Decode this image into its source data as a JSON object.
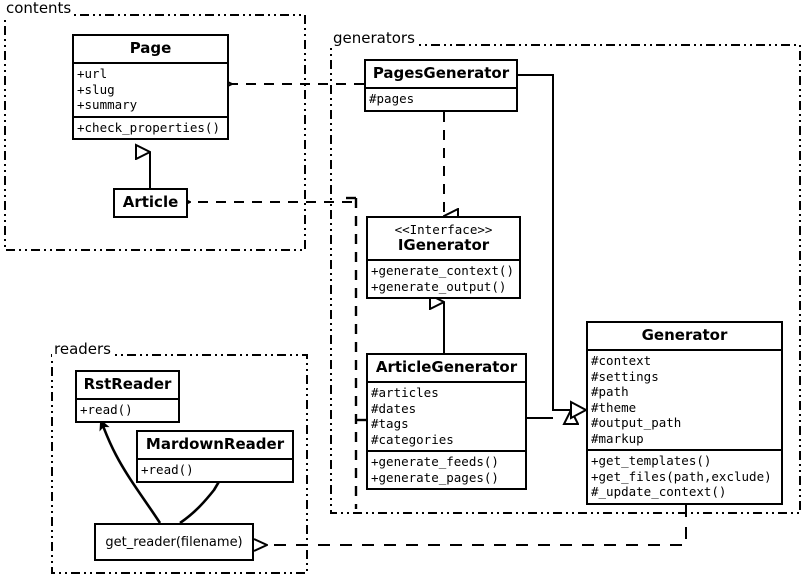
{
  "diagram": {
    "title": "UML class diagram",
    "background": "#ffffff",
    "line_color": "#000000"
  },
  "packages": [
    {
      "id": "contents",
      "label": "contents"
    },
    {
      "id": "generators",
      "label": "generators"
    },
    {
      "id": "readers",
      "label": "readers"
    }
  ],
  "classes": {
    "page": {
      "name": "Page",
      "attributes": [
        "+url",
        "+slug",
        "+summary"
      ],
      "operations": [
        "+check_properties()"
      ]
    },
    "article": {
      "name": "Article",
      "attributes": [],
      "operations": []
    },
    "pages_generator": {
      "name": "PagesGenerator",
      "attributes": [
        "#pages"
      ],
      "operations": []
    },
    "igenerator": {
      "stereotype": "<<Interface>>",
      "name": "IGenerator",
      "attributes": [],
      "operations": [
        "+generate_context()",
        "+generate_output()"
      ]
    },
    "article_generator": {
      "name": "ArticleGenerator",
      "attributes": [
        "#articles",
        "#dates",
        "#tags",
        "#categories"
      ],
      "operations": [
        "+generate_feeds()",
        "+generate_pages()"
      ]
    },
    "generator": {
      "name": "Generator",
      "attributes": [
        "#context",
        "#settings",
        "#path",
        "#theme",
        "#output_path",
        "#markup"
      ],
      "operations": [
        "+get_templates()",
        "+get_files(path,exclude)",
        "#_update_context()"
      ]
    },
    "rst_reader": {
      "name": "RstReader",
      "attributes": [],
      "operations": [
        "+read()"
      ]
    },
    "mardown_reader": {
      "name": "MardownReader",
      "attributes": [],
      "operations": [
        "+read()"
      ]
    },
    "get_reader": {
      "name": "get_reader(filename)"
    }
  },
  "relations": [
    {
      "id": "article-inherits-page",
      "from": "Article",
      "to": "Page",
      "type": "generalization"
    },
    {
      "id": "pagesgenerator-uses-page",
      "from": "PagesGenerator",
      "to": "Page",
      "type": "dependency"
    },
    {
      "id": "articlegenerator-uses-article",
      "from": "ArticleGenerator",
      "to": "Article",
      "type": "dependency"
    },
    {
      "id": "pagesgenerator-realizes-igen",
      "from": "PagesGenerator",
      "to": "IGenerator",
      "type": "realization"
    },
    {
      "id": "articlegenerator-inherits-igen",
      "from": "ArticleGenerator",
      "to": "IGenerator",
      "type": "generalization"
    },
    {
      "id": "pagesgenerator-inherits-generator",
      "from": "PagesGenerator",
      "to": "Generator",
      "type": "generalization"
    },
    {
      "id": "articlegen-inherits-generator",
      "from": "ArticleGenerator",
      "to": "Generator",
      "type": "generalization"
    },
    {
      "id": "generator-uses-get-reader",
      "from": "Generator",
      "to": "get_reader(filename)",
      "type": "dependency"
    },
    {
      "id": "get-reader-returns-rstreader",
      "from": "get_reader(filename)",
      "to": "RstReader",
      "type": "flow"
    },
    {
      "id": "get-reader-returns-mardownreader",
      "from": "get_reader(filename)",
      "to": "MardownReader",
      "type": "flow"
    }
  ]
}
